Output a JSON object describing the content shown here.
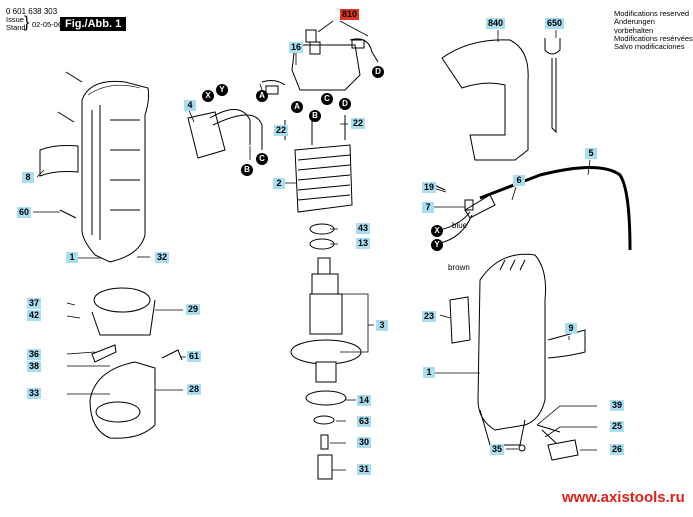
{
  "header": {
    "part_number": "0 601 638 303",
    "issue_label": "Issue\nStand",
    "issue_date": "02-05-06",
    "figure_label": "Fig./Abb. 1"
  },
  "modifications_notice": [
    "Modifications reserved",
    "Änderungen vorbehalten",
    "Modifications resérvées",
    "Salvo modificaciones"
  ],
  "part_labels": {
    "p810": "810",
    "p16": "16",
    "p840": "840",
    "p650": "650",
    "p4": "4",
    "p22a": "22",
    "p22b": "22",
    "p2": "2",
    "p8": "8",
    "p60": "60",
    "p1_left": "1",
    "p32": "32",
    "p43": "43",
    "p13": "13",
    "p3": "3",
    "p37": "37",
    "p42": "42",
    "p29": "29",
    "p36": "36",
    "p38": "38",
    "p61": "61",
    "p33": "33",
    "p28": "28",
    "p14": "14",
    "p63": "63",
    "p30": "30",
    "p31": "31",
    "p5": "5",
    "p19": "19",
    "p6": "6",
    "p7": "7",
    "p23": "23",
    "p9": "9",
    "p1_right": "1",
    "p39": "39",
    "p25": "25",
    "p35": "35",
    "p26": "26"
  },
  "connectors": {
    "A": "A",
    "B": "B",
    "C": "C",
    "D": "D",
    "X": "X",
    "Y": "Y"
  },
  "wire_colors": {
    "blue": "blue",
    "brown": "brown"
  },
  "colors": {
    "label_bg": "#a8def0",
    "highlight_label_bg": "#e0341f",
    "url_color": "#e0201a"
  },
  "footer_url": "www.axistools.ru"
}
